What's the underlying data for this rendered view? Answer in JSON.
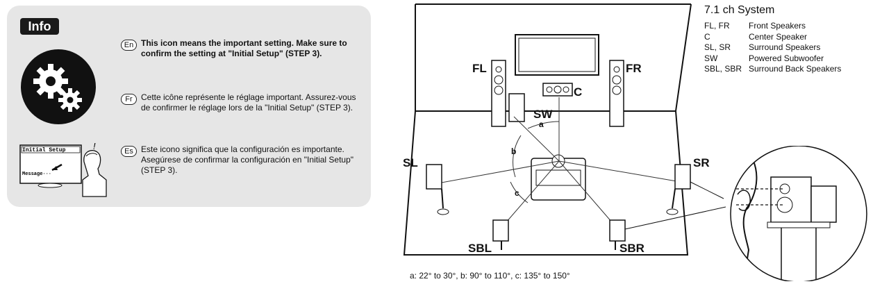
{
  "info": {
    "badge": "Info",
    "en_code": "En",
    "en_text": "This icon means the important setting. Make sure to confirm the setting at \"Initial Setup\" (STEP 3).",
    "fr_code": "Fr",
    "fr_text": "Cette icône représente le réglage important. Assurez-vous de confirmer le réglage lors de la \"Initial Setup\" (STEP 3).",
    "es_code": "Es",
    "es_text": "Este icono significa que la configuración es importante. Asegúrese de confirmar la configuración en \"Initial Setup\" (STEP 3).",
    "screen_title": "Initial Setup",
    "screen_message": "Message···",
    "exclaim": "!"
  },
  "diagram": {
    "labels": {
      "fl": "FL",
      "fr": "FR",
      "c": "C",
      "sw": "SW",
      "sl": "SL",
      "sr": "SR",
      "sbl": "SBL",
      "sbr": "SBR",
      "a": "a",
      "b": "b",
      "c_angle": "c"
    },
    "caption": "a: 22° to 30°, b: 90° to 110°, c: 135° to 150°"
  },
  "legend": {
    "title": "7.1 ch System",
    "items": [
      {
        "code": "FL, FR",
        "desc": "Front Speakers"
      },
      {
        "code": "C",
        "desc": "Center Speaker"
      },
      {
        "code": "SL, SR",
        "desc": "Surround Speakers"
      },
      {
        "code": "SW",
        "desc": "Powered Subwoofer"
      },
      {
        "code": "SBL, SBR",
        "desc": "Surround Back Speakers"
      }
    ]
  }
}
